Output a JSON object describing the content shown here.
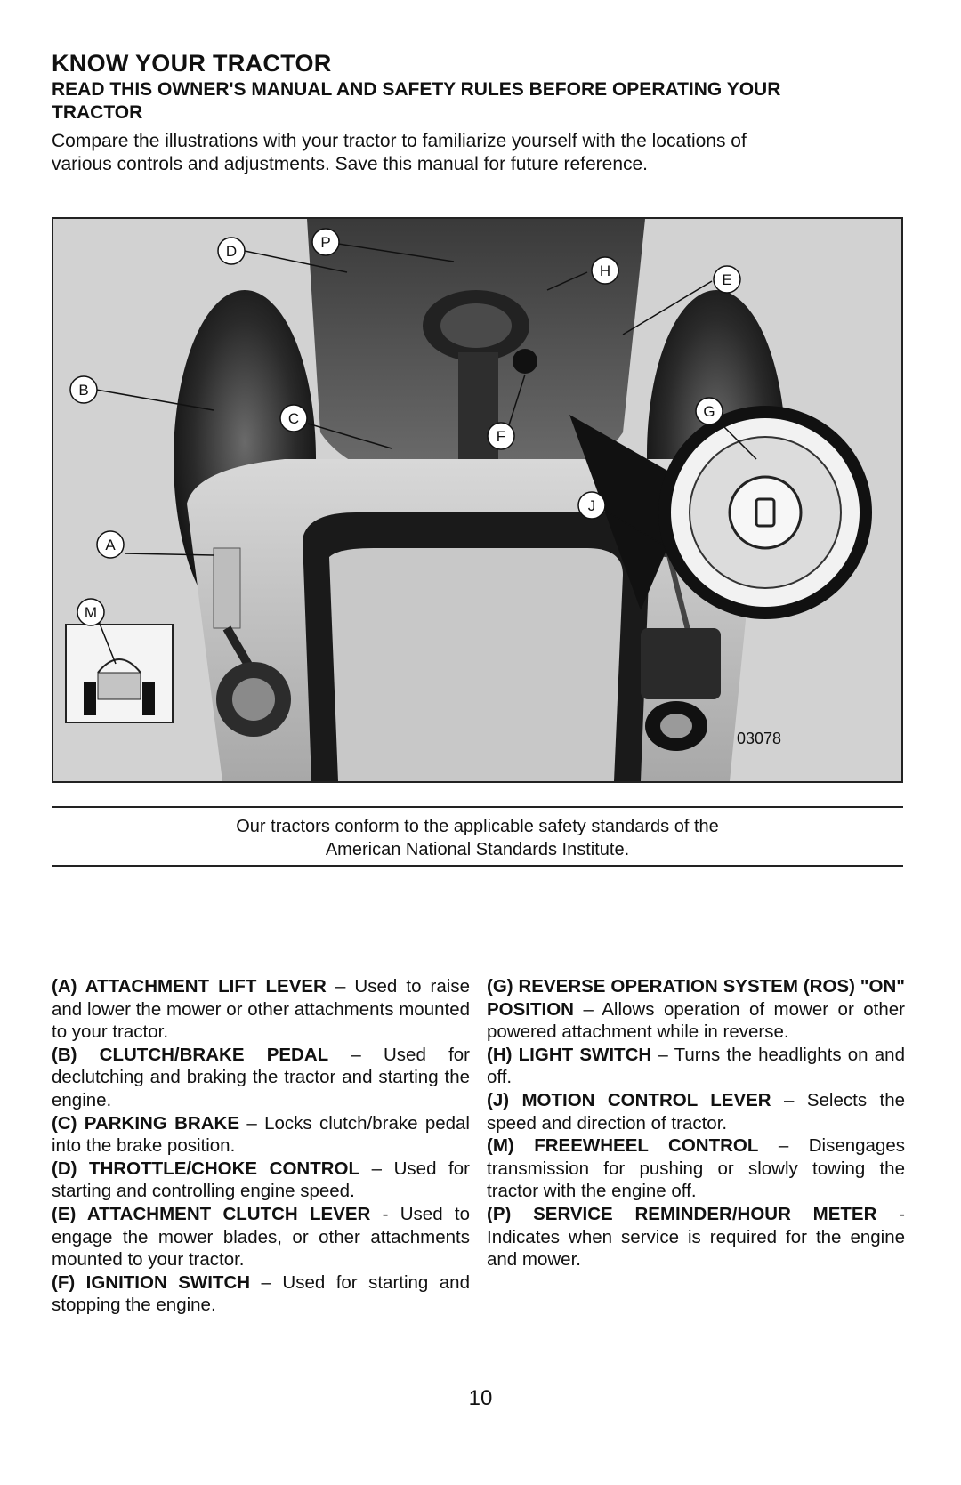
{
  "header": {
    "title": "KNOW YOUR TRACTOR",
    "subtitle_line1": "READ THIS OWNER'S MANUAL AND SAFETY RULES BEFORE OPERATING YOUR",
    "subtitle_line2": "TRACTOR",
    "intro_line1": "Compare the illustrations with your tractor to familiarize yourself with the locations of",
    "intro_line2": "various controls and adjustments. Save this manual for future reference."
  },
  "figure": {
    "image_number": "03078",
    "callouts": [
      "D",
      "P",
      "H",
      "E",
      "B",
      "C",
      "F",
      "G",
      "J",
      "A",
      "M"
    ]
  },
  "notice": {
    "line1": "Our tractors conform to the applicable safety standards of the",
    "line2": "American National Standards Institute."
  },
  "controls_left": [
    {
      "term": "(A) ATTACHMENT LIFT LEVER",
      "desc": " – Used to raise and lower the mower or other attachments mounted to your tractor."
    },
    {
      "term": "(B) CLUTCH/BRAKE PEDAL",
      "desc": " – Used for declutching and braking the tractor and starting the engine."
    },
    {
      "term": "(C) PARKING BRAKE",
      "desc": " – Locks clutch/brake pedal into the brake position."
    },
    {
      "term": "(D) THROTTLE/CHOKE CONTROL",
      "desc": " – Used for starting and controlling engine speed."
    },
    {
      "term": "(E) ATTACHMENT CLUTCH LEVER",
      "desc": " - Used to engage the mower blades, or other attachments mounted to your tractor."
    },
    {
      "term": "(F) IGNITION SWITCH",
      "desc": " – Used for starting and stopping the engine."
    }
  ],
  "controls_right": [
    {
      "term": "(G) REVERSE OPERATION SYSTEM (ROS) \"ON\" POSITION",
      "desc": " – Allows operation of mower or other powered attachment while in reverse."
    },
    {
      "term": "(H) LIGHT SWITCH",
      "desc": " – Turns the headlights on and off."
    },
    {
      "term": "(J) MOTION CONTROL LEVER",
      "desc": " – Selects the speed and direction of tractor."
    },
    {
      "term": "(M) FREEWHEEL CONTROL",
      "desc": " – Disengages transmission for pushing or slowly towing the tractor with the engine off."
    },
    {
      "term": "(P) SERVICE REMINDER/HOUR METER",
      "desc": " - Indicates when service is required for the engine and mower."
    }
  ],
  "page_number": "10"
}
